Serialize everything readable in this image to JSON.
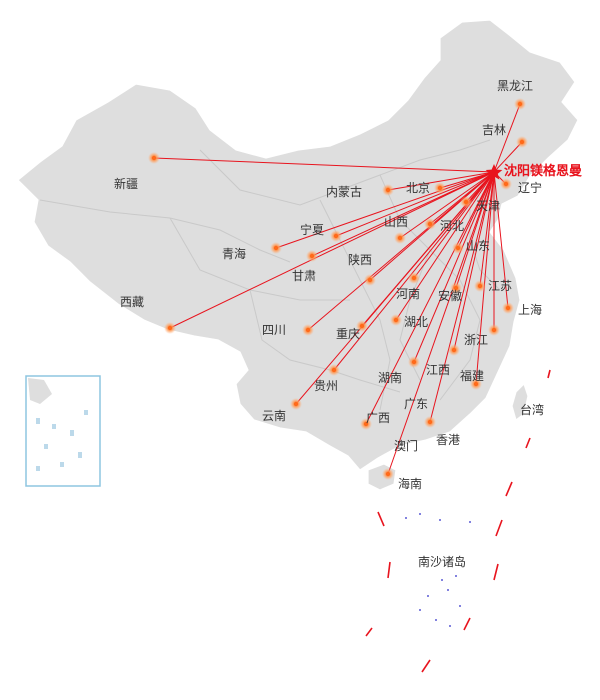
{
  "map": {
    "colors": {
      "land": "#dedede",
      "route": "#e8141e",
      "label": "#333333",
      "frame": "#8ec5e0"
    },
    "hq": {
      "id": "shenyang",
      "label": "沈阳镁格恩曼",
      "icon": "red-star-icon"
    },
    "provinces": [
      {
        "id": "heilongjiang",
        "label": "黑龙江"
      },
      {
        "id": "jilin",
        "label": "吉林"
      },
      {
        "id": "liaoning",
        "label": "辽宁"
      },
      {
        "id": "neimenggu",
        "label": "内蒙古"
      },
      {
        "id": "beijing",
        "label": "北京"
      },
      {
        "id": "tianjin",
        "label": "天津"
      },
      {
        "id": "hebei",
        "label": "河北"
      },
      {
        "id": "shanxi",
        "label": "山西"
      },
      {
        "id": "shandong",
        "label": "山东"
      },
      {
        "id": "xinjiang",
        "label": "新疆"
      },
      {
        "id": "ningxia",
        "label": "宁夏"
      },
      {
        "id": "qinghai",
        "label": "青海"
      },
      {
        "id": "gansu",
        "label": "甘肃"
      },
      {
        "id": "shaanxi",
        "label": "陕西"
      },
      {
        "id": "henan",
        "label": "河南"
      },
      {
        "id": "anhui",
        "label": "安徽"
      },
      {
        "id": "jiangsu",
        "label": "江苏"
      },
      {
        "id": "shanghai",
        "label": "上海"
      },
      {
        "id": "xizang",
        "label": "西藏"
      },
      {
        "id": "sichuan",
        "label": "四川"
      },
      {
        "id": "chongqing",
        "label": "重庆"
      },
      {
        "id": "hubei",
        "label": "湖北"
      },
      {
        "id": "zhejiang",
        "label": "浙江"
      },
      {
        "id": "guizhou",
        "label": "贵州"
      },
      {
        "id": "hunan",
        "label": "湖南"
      },
      {
        "id": "jiangxi",
        "label": "江西"
      },
      {
        "id": "fujian",
        "label": "福建"
      },
      {
        "id": "taiwan",
        "label": "台湾"
      },
      {
        "id": "yunnan",
        "label": "云南"
      },
      {
        "id": "guangxi",
        "label": "广西"
      },
      {
        "id": "guangdong",
        "label": "广东"
      },
      {
        "id": "macau",
        "label": "澳门"
      },
      {
        "id": "hongkong",
        "label": "香港"
      },
      {
        "id": "hainan",
        "label": "海南"
      },
      {
        "id": "nansha",
        "label": "南沙诸岛"
      }
    ]
  }
}
